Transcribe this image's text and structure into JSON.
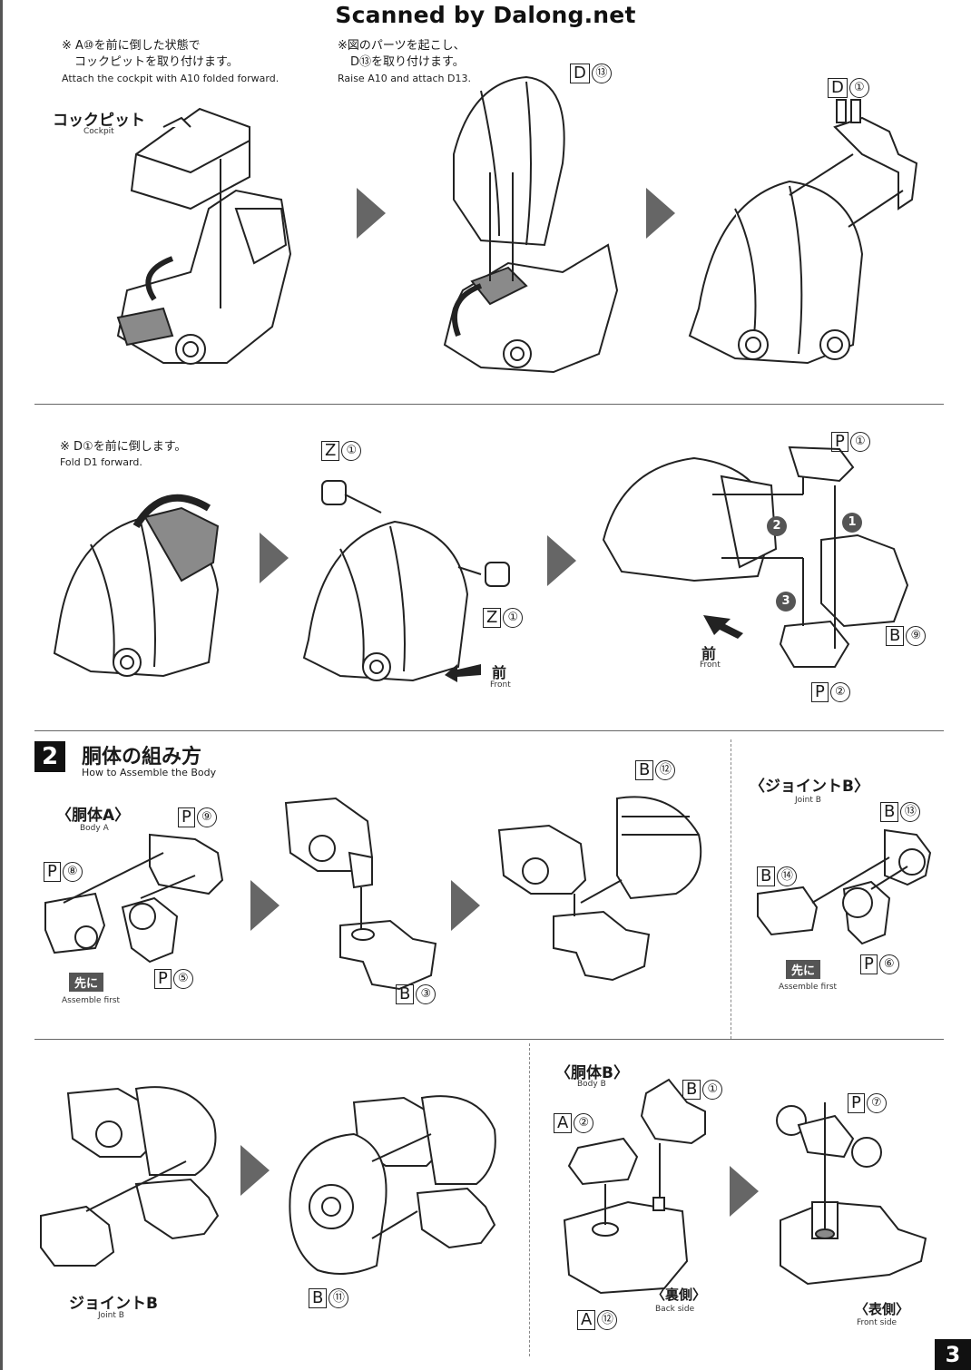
{
  "watermark": "Scanned by Dalong.net",
  "row1": {
    "note1_jp_line1": "※ A⑩を前に倒した状態で",
    "note1_jp_line2": "コックピットを取り付けます。",
    "note1_en": "Attach the cockpit with A10 folded forward.",
    "note2_jp_line1": "※図のパーツを起こし、",
    "note2_jp_line2": "D⑬を取り付けます。",
    "note2_en": "Raise A10 and attach D13.",
    "cockpit_jp": "コックピット",
    "cockpit_en": "Cockpit",
    "label_d13": {
      "letter": "D",
      "num": "⑬"
    },
    "label_d1": {
      "letter": "D",
      "num": "①"
    }
  },
  "row2": {
    "note_jp": "※ D①を前に倒します。",
    "note_en": "Fold D1 forward.",
    "label_z1_top": {
      "letter": "Z",
      "num": "①"
    },
    "label_z1_bottom": {
      "letter": "Z",
      "num": "①"
    },
    "label_p1": {
      "letter": "P",
      "num": "①"
    },
    "label_b9": {
      "letter": "B",
      "num": "⑨"
    },
    "label_p2": {
      "letter": "P",
      "num": "②"
    },
    "front1_jp": "前",
    "front1_en": "Front",
    "front2_jp": "前",
    "front2_en": "Front",
    "steps": [
      "1",
      "2",
      "3"
    ]
  },
  "section2": {
    "number": "2",
    "title_jp": "胴体の組み方",
    "title_en": "How to Assemble the Body",
    "body_a_jp": "〈胴体A〉",
    "body_a_en": "Body A",
    "joint_b_jp": "〈ジョイントB〉",
    "joint_b_en": "Joint B",
    "label_p9": {
      "letter": "P",
      "num": "⑨"
    },
    "label_p8": {
      "letter": "P",
      "num": "⑧"
    },
    "label_p5": {
      "letter": "P",
      "num": "⑤"
    },
    "label_b3": {
      "letter": "B",
      "num": "③"
    },
    "label_b12": {
      "letter": "B",
      "num": "⑫"
    },
    "label_b13": {
      "letter": "B",
      "num": "⑬"
    },
    "label_b14": {
      "letter": "B",
      "num": "⑭"
    },
    "label_p6": {
      "letter": "P",
      "num": "⑥"
    },
    "assemble_first_jp": "先に",
    "assemble_first_en": "Assemble first",
    "assemble_first2_jp": "先に",
    "assemble_first2_en": "Assemble first"
  },
  "row4": {
    "joint_b_jp": "ジョイントB",
    "joint_b_en": "Joint B",
    "label_b11": {
      "letter": "B",
      "num": "⑪"
    },
    "body_b_jp": "〈胴体B〉",
    "body_b_en": "Body B",
    "label_b1": {
      "letter": "B",
      "num": "①"
    },
    "label_a2": {
      "letter": "A",
      "num": "②"
    },
    "label_a12": {
      "letter": "A",
      "num": "⑫"
    },
    "label_p7": {
      "letter": "P",
      "num": "⑦"
    },
    "back_side_jp": "〈裏側〉",
    "back_side_en": "Back side",
    "front_side_jp": "〈表側〉",
    "front_side_en": "Front side"
  },
  "page_number": "3",
  "colors": {
    "arrow": "#666666",
    "line": "#222222",
    "part_fill": "#ffffff",
    "highlight": "#8a8a8a"
  }
}
